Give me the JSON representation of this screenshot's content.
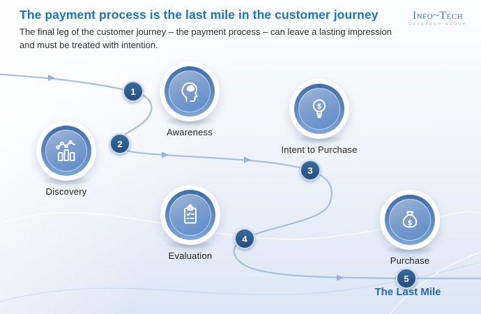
{
  "header": {
    "title": "The payment process is the last mile in the customer journey",
    "subtitle": "The final leg of the customer journey – the payment process – can leave a lasting impression and must be treated with intention.",
    "logo": {
      "name": "Info~Tech",
      "tagline": "RESEARCH GROUP"
    }
  },
  "journey": {
    "stages": [
      {
        "label": "Discovery",
        "icon": "bar-chart-trend-icon"
      },
      {
        "label": "Awareness",
        "icon": "head-brain-icon"
      },
      {
        "label": "Evaluation",
        "icon": "clipboard-checklist-icon"
      },
      {
        "label": "Intent to Purchase",
        "icon": "lightbulb-dollar-icon"
      },
      {
        "label": "Purchase",
        "icon": "money-bag-dollar-icon"
      }
    ],
    "markers": [
      "1",
      "2",
      "3",
      "4",
      "5"
    ],
    "last_mile_label": "The Last Mile"
  },
  "colors": {
    "title_blue": "#1b74c2",
    "subtitle_gray": "#2f2f2f",
    "path_blue": "#a6c0de",
    "marker_navy": "#2d5c8d",
    "bubble_blue_dark": "#3f6fa9",
    "bubble_blue_light": "#7da6d8",
    "last_mile_blue": "#2268ae",
    "logo_blue": "#447cb3",
    "background_bottom": "#dce6f4"
  }
}
